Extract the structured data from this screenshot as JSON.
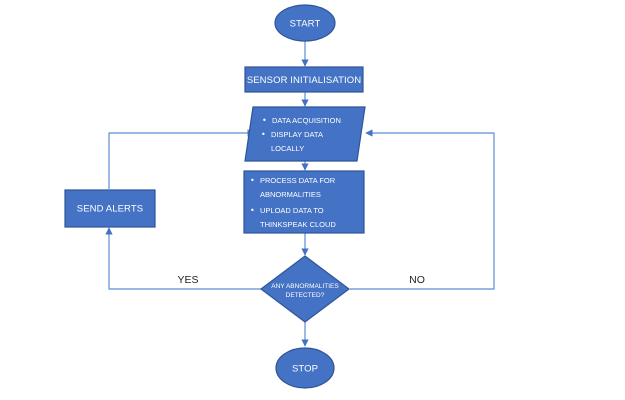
{
  "flowchart": {
    "start": "START",
    "sensor_init": "SENSOR INITIALISATION",
    "acquire": {
      "item1": "DATA ACQUISITION",
      "item2_line1": "DISPLAY DATA",
      "item2_line2": "LOCALLY"
    },
    "process": {
      "item1_line1": "PROCESS DATA FOR",
      "item1_line2": "ABNORMALITIES",
      "item2_line1": "UPLOAD DATA TO",
      "item2_line2": "THINKSPEAK CLOUD"
    },
    "decision_line1": "ANY ABNORMALITIES",
    "decision_line2": "DETECTED?",
    "send_alerts": "SEND ALERTS",
    "yes": "YES",
    "no": "NO",
    "stop": "STOP"
  },
  "colors": {
    "fill": "#4472c4",
    "stroke": "#2f5597",
    "connector": "#5b8fd6"
  }
}
